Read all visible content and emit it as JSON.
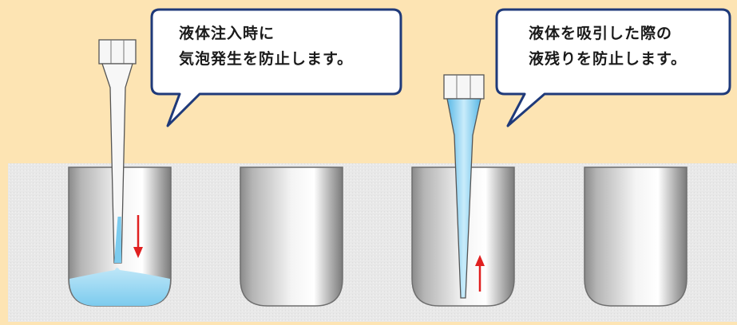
{
  "callouts": {
    "left": {
      "line1": "液体注入時に",
      "line2": "気泡発生を防止します。"
    },
    "right": {
      "line1": "液体を吸引した際の",
      "line2": "液残りを防止します。"
    }
  },
  "colors": {
    "background": "#fde4b3",
    "plate": "#e9e9e9",
    "bubble_border": "#1f3a7a",
    "liquid": "#8fd3f0",
    "arrow": "#e02020"
  },
  "arrows": {
    "left_direction": "down",
    "right_direction": "up"
  }
}
